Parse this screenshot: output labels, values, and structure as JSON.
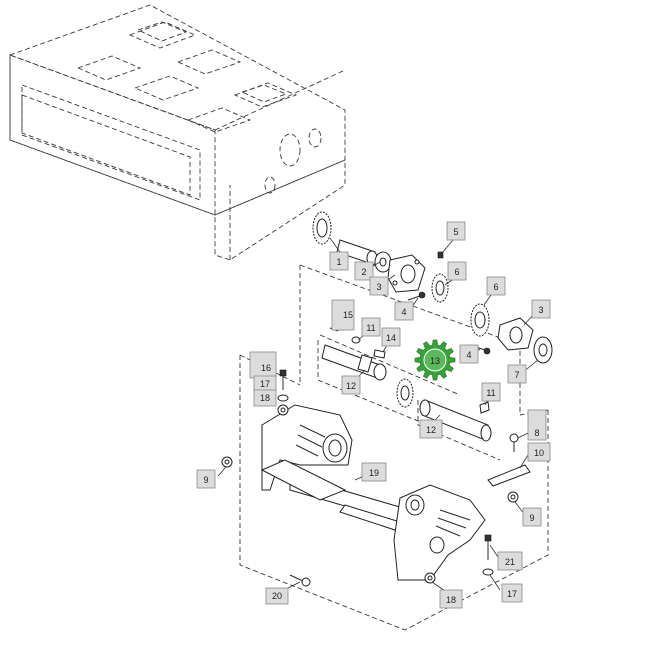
{
  "callouts": [
    {
      "id": "c1",
      "label": "1"
    },
    {
      "id": "c2",
      "label": "2"
    },
    {
      "id": "c3a",
      "label": "3"
    },
    {
      "id": "c3b",
      "label": "3"
    },
    {
      "id": "c4a",
      "label": "4"
    },
    {
      "id": "c4b",
      "label": "4"
    },
    {
      "id": "c5",
      "label": "5"
    },
    {
      "id": "c6a",
      "label": "6"
    },
    {
      "id": "c6b",
      "label": "6"
    },
    {
      "id": "c7",
      "label": "7"
    },
    {
      "id": "c8",
      "label": "8"
    },
    {
      "id": "c9a",
      "label": "9"
    },
    {
      "id": "c9b",
      "label": "9"
    },
    {
      "id": "c10",
      "label": "10"
    },
    {
      "id": "c11a",
      "label": "11"
    },
    {
      "id": "c11b",
      "label": "11"
    },
    {
      "id": "c12a",
      "label": "12"
    },
    {
      "id": "c12b",
      "label": "12"
    },
    {
      "id": "c14",
      "label": "14"
    },
    {
      "id": "c15",
      "label": "15"
    },
    {
      "id": "c16",
      "label": "16"
    },
    {
      "id": "c17a",
      "label": "17"
    },
    {
      "id": "c17b",
      "label": "17"
    },
    {
      "id": "c18a",
      "label": "18"
    },
    {
      "id": "c18b",
      "label": "18"
    },
    {
      "id": "c19",
      "label": "19"
    },
    {
      "id": "c20",
      "label": "20"
    },
    {
      "id": "c21",
      "label": "21"
    }
  ],
  "highlight": {
    "label": "13",
    "color": "#3aa23a"
  },
  "colors": {
    "line": "#2a2a2a",
    "callout_fill": "#dcdcdc",
    "highlight": "#3aa23a"
  }
}
